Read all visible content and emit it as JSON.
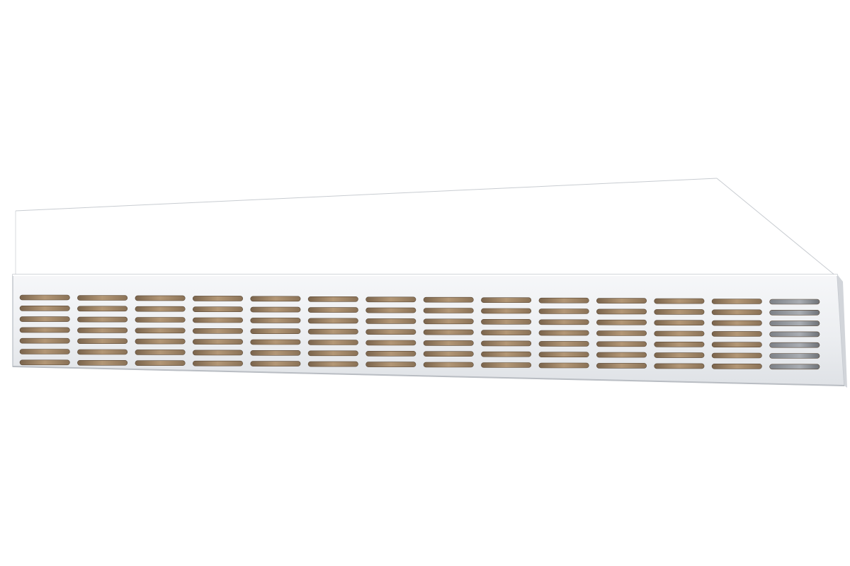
{
  "scene": {
    "subject": "vent-grille",
    "slot_columns": 14,
    "slot_rows": 7
  },
  "colors": {
    "background": "#ffffff",
    "grille_face": "#eef0f3",
    "grille_face_shade": "#dfe2e7",
    "grille_edge": "#c9cdd3",
    "slot_dark": "#6e5a45",
    "slot_light": "#b59a7b",
    "slot_metal": "#8c9096",
    "outline": "#b7bbc1"
  }
}
